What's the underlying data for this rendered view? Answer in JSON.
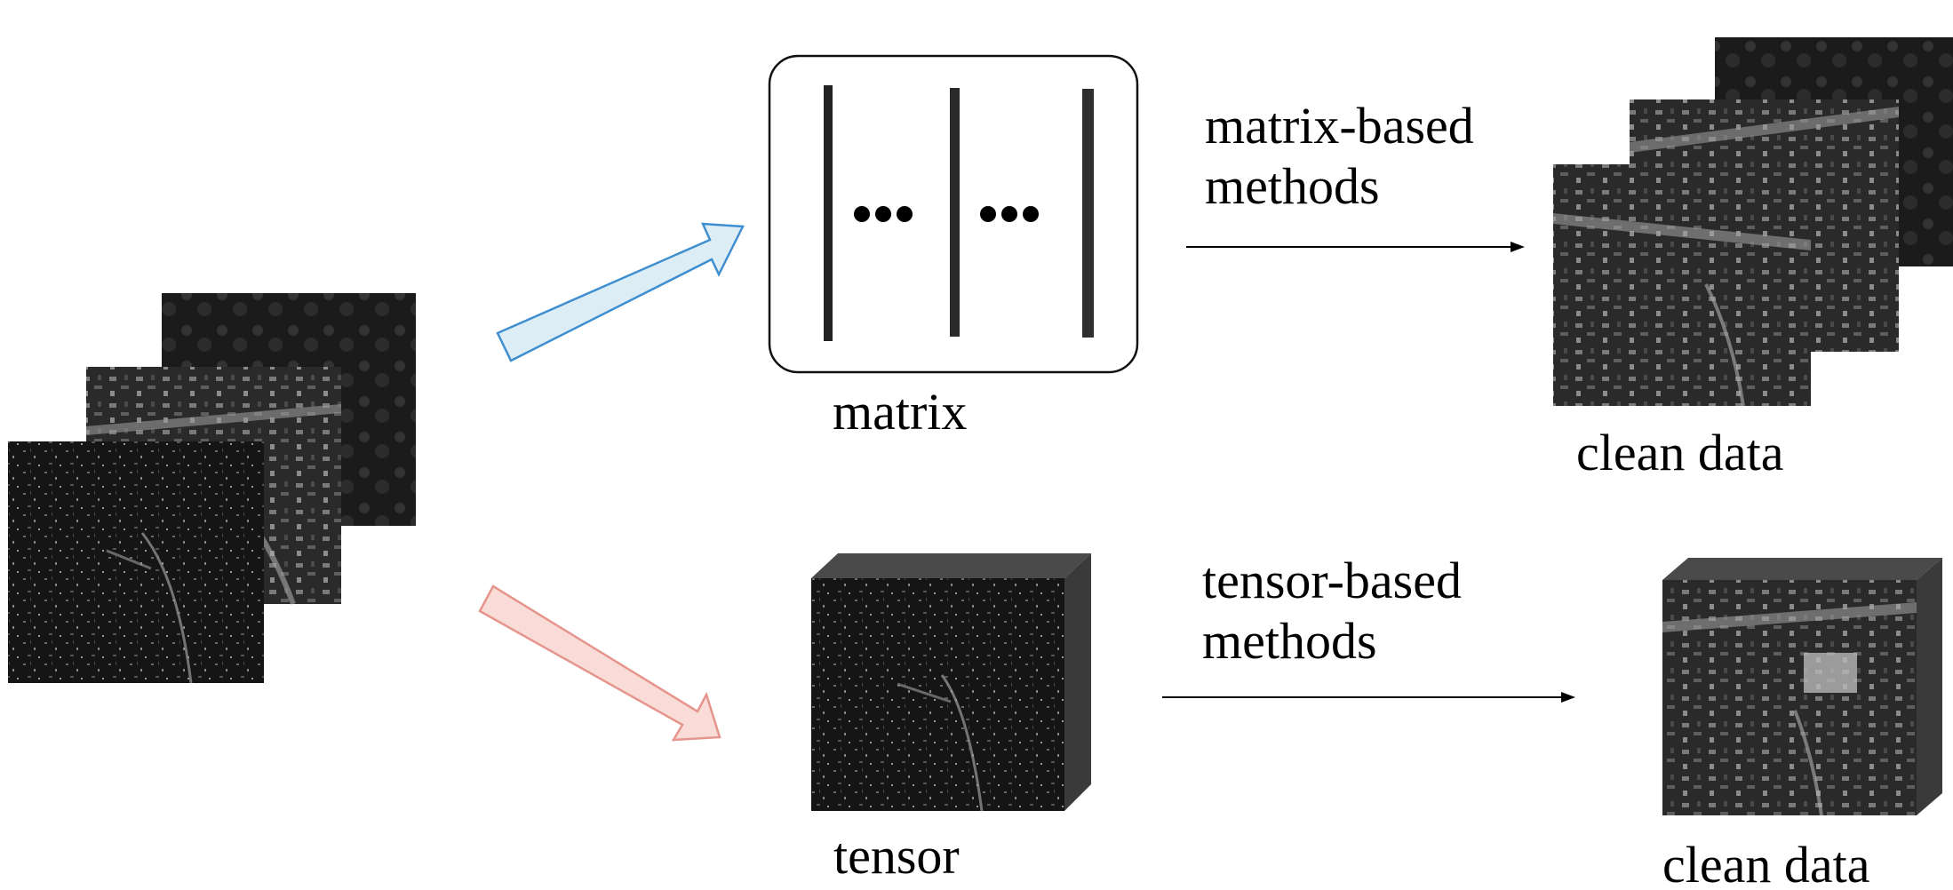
{
  "diagram": {
    "labels": {
      "matrix": "matrix",
      "tensor": "tensor",
      "clean_top": "clean data",
      "clean_bottom": "clean data",
      "matrix_methods_line1": "matrix-based",
      "matrix_methods_line2": "methods",
      "tensor_methods_line1": "tensor-based",
      "tensor_methods_line2": "methods"
    },
    "colors": {
      "blue_arrow_fill": "#dcedf6",
      "blue_arrow_stroke": "#3f8fd0",
      "red_arrow_fill": "#f9dcd8",
      "red_arrow_stroke": "#e6958c",
      "image_dark": "#141414",
      "cube_side": "#3a3a3a",
      "cube_top": "#4a4a4a"
    }
  }
}
